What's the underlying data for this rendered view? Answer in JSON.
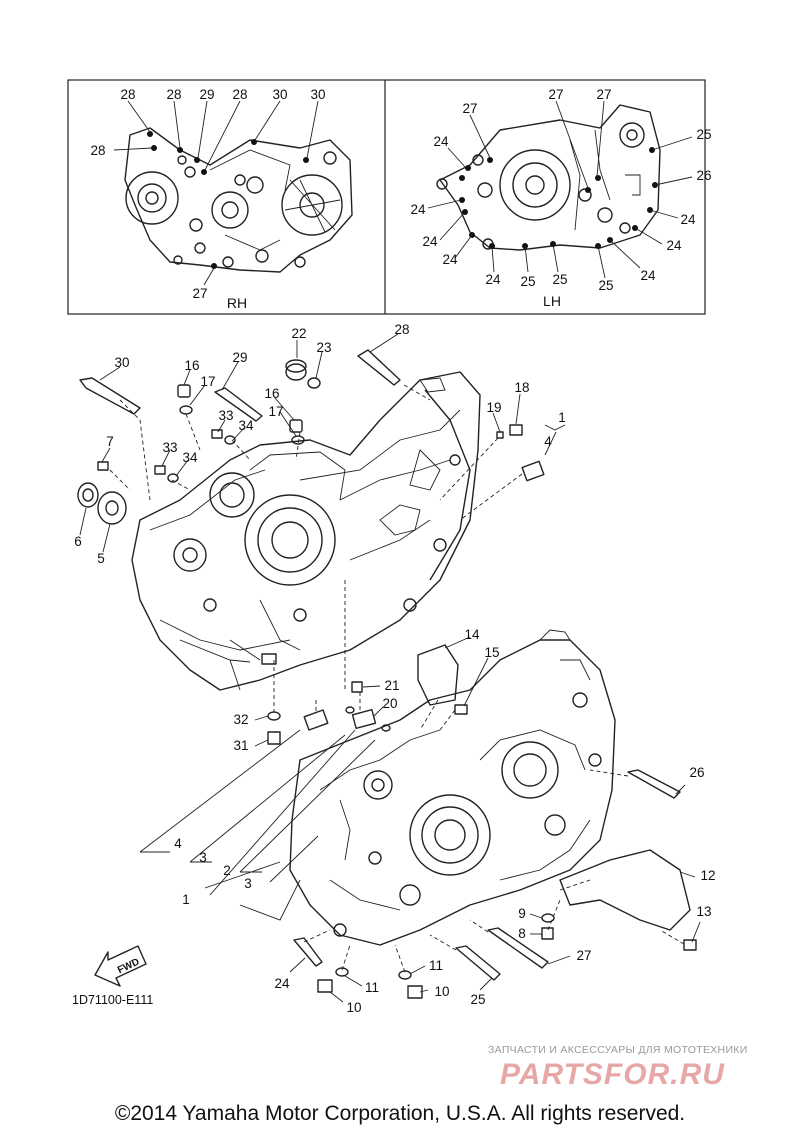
{
  "insets": {
    "rh": {
      "title": "RH",
      "callouts": [
        "28",
        "28",
        "29",
        "28",
        "30",
        "30",
        "28",
        "27"
      ]
    },
    "lh": {
      "title": "LH",
      "callouts": [
        "27",
        "27",
        "27",
        "25",
        "24",
        "26",
        "24",
        "24",
        "24",
        "24",
        "24",
        "24",
        "25",
        "25",
        "25",
        "24",
        "24"
      ]
    }
  },
  "main_callouts": [
    "30",
    "16",
    "17",
    "29",
    "22",
    "23",
    "28",
    "18",
    "19",
    "1",
    "4",
    "33",
    "34",
    "16",
    "17",
    "33",
    "34",
    "7",
    "6",
    "5",
    "14",
    "15",
    "21",
    "20",
    "32",
    "31",
    "4",
    "3",
    "2",
    "1",
    "3",
    "26",
    "12",
    "13",
    "9",
    "8",
    "27",
    "11",
    "11",
    "10",
    "10",
    "24",
    "25"
  ],
  "fwd_label": "FWD",
  "diagram_code": "1D71100-E111",
  "watermark": {
    "tagline": "ЗАПЧАСТИ И АКСЕССУАРЫ ДЛЯ МОТОТЕХНИКИ",
    "brand": "PARTSFOR.RU"
  },
  "copyright": "©2014 Yamaha Motor Corporation, U.S.A. All rights reserved."
}
